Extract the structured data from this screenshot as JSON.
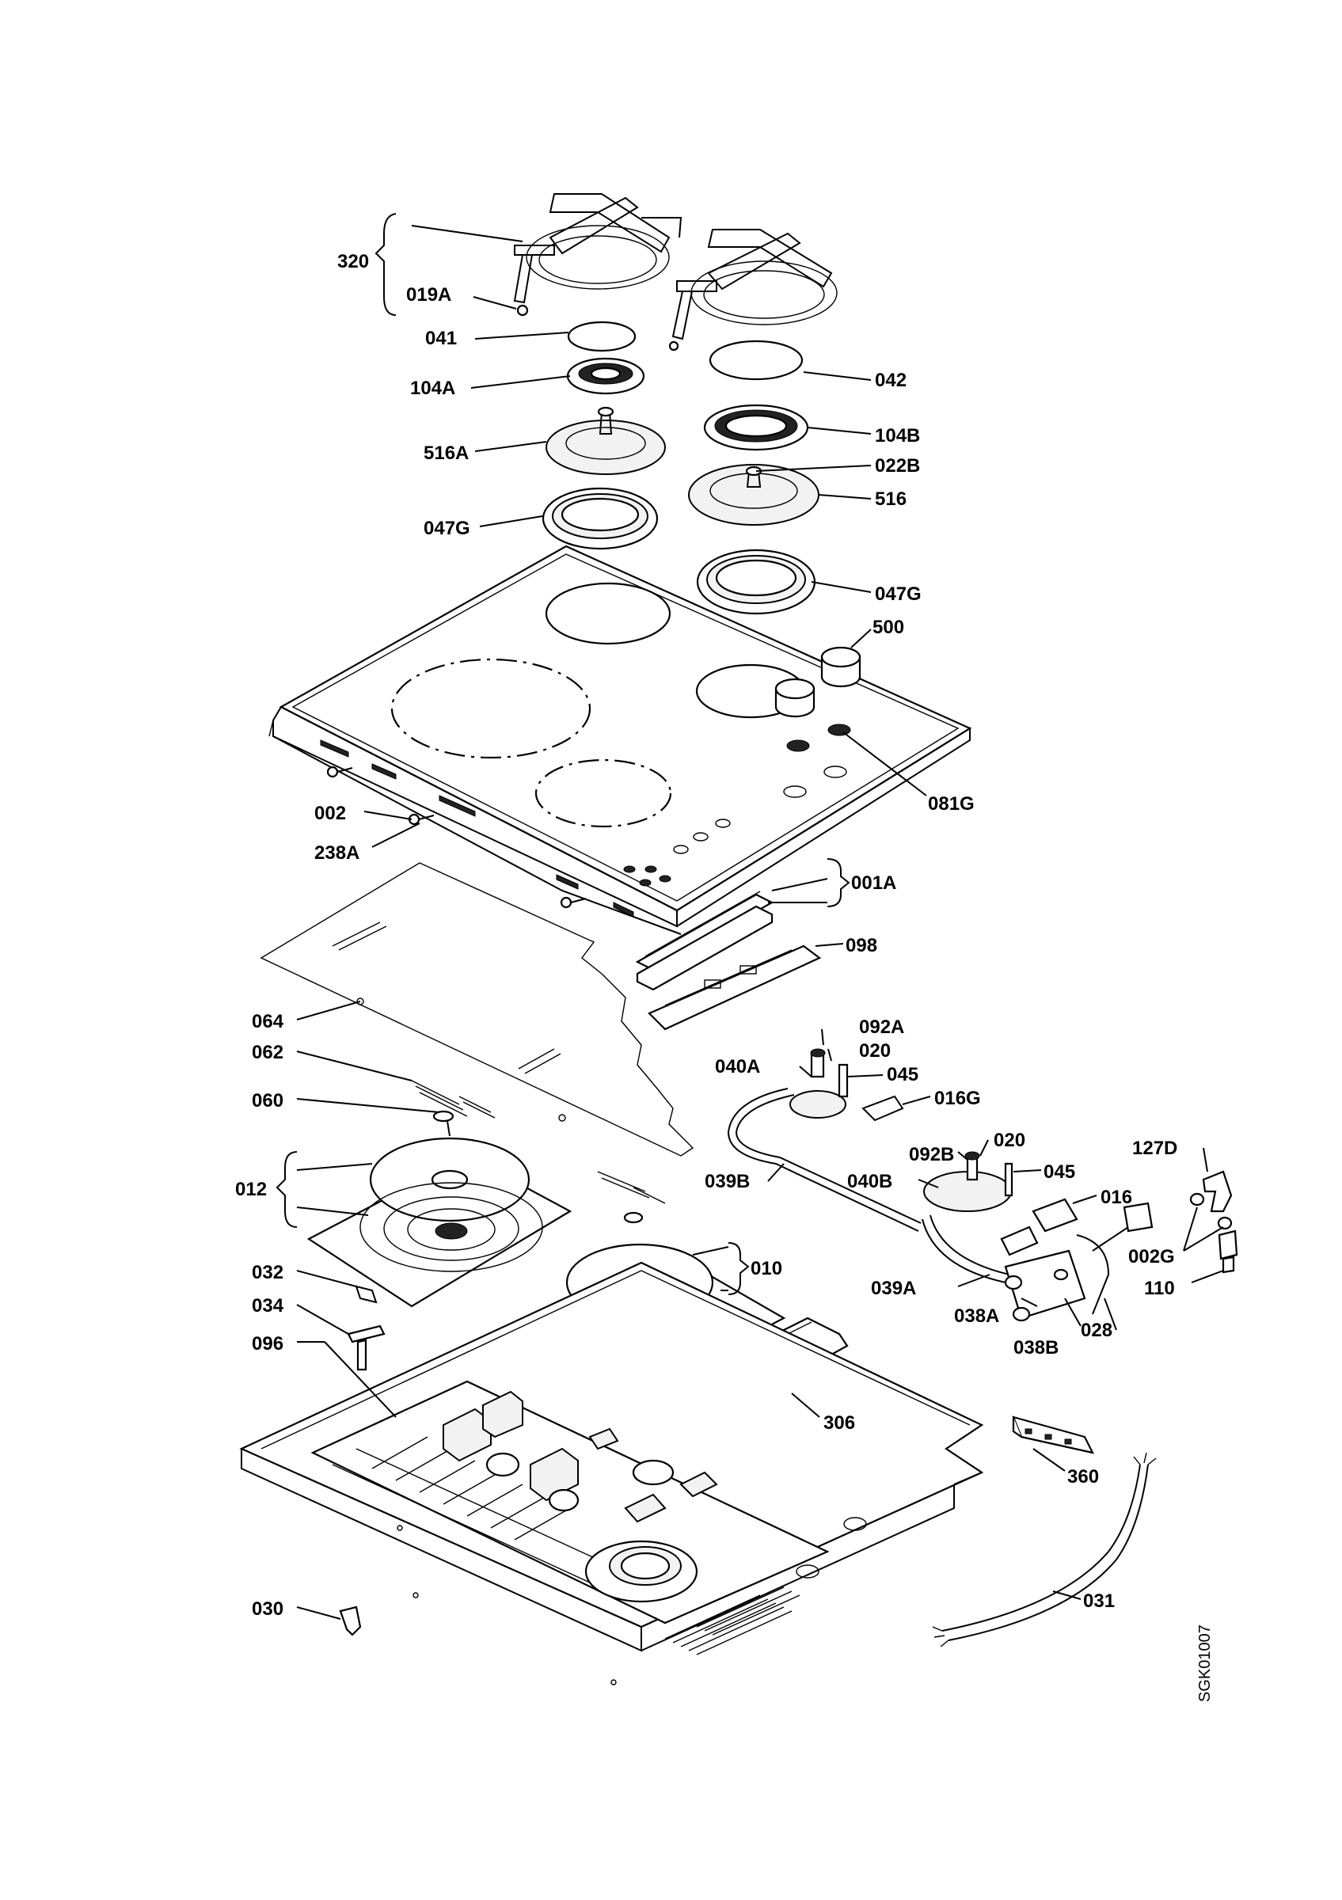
{
  "diagram": {
    "drawing_code": "SGK01007",
    "part_labels": [
      {
        "id": "320"
      },
      {
        "id": "019A"
      },
      {
        "id": "041"
      },
      {
        "id": "042"
      },
      {
        "id": "104A"
      },
      {
        "id": "104B"
      },
      {
        "id": "516A"
      },
      {
        "id": "022B"
      },
      {
        "id": "516"
      },
      {
        "id": "047G_left"
      },
      {
        "id": "047G_right"
      },
      {
        "id": "500"
      },
      {
        "id": "081G"
      },
      {
        "id": "002"
      },
      {
        "id": "238A"
      },
      {
        "id": "001A"
      },
      {
        "id": "098"
      },
      {
        "id": "064"
      },
      {
        "id": "062"
      },
      {
        "id": "060"
      },
      {
        "id": "012"
      },
      {
        "id": "010"
      },
      {
        "id": "032"
      },
      {
        "id": "034"
      },
      {
        "id": "096"
      },
      {
        "id": "306"
      },
      {
        "id": "360"
      },
      {
        "id": "031"
      },
      {
        "id": "030"
      },
      {
        "id": "092A"
      },
      {
        "id": "020_a"
      },
      {
        "id": "040A"
      },
      {
        "id": "045_a"
      },
      {
        "id": "016G"
      },
      {
        "id": "039B"
      },
      {
        "id": "092B"
      },
      {
        "id": "020_b"
      },
      {
        "id": "040B"
      },
      {
        "id": "045_b"
      },
      {
        "id": "016"
      },
      {
        "id": "127D"
      },
      {
        "id": "002G"
      },
      {
        "id": "110"
      },
      {
        "id": "039A"
      },
      {
        "id": "038A"
      },
      {
        "id": "038B"
      },
      {
        "id": "028"
      }
    ],
    "text": {
      "320": "320",
      "019A": "019A",
      "041": "041",
      "042": "042",
      "104A": "104A",
      "104B": "104B",
      "516A": "516A",
      "022B": "022B",
      "516": "516",
      "047G_left": "047G",
      "047G_right": "047G",
      "500": "500",
      "081G": "081G",
      "002": "002",
      "238A": "238A",
      "001A": "001A",
      "098": "098",
      "064": "064",
      "062": "062",
      "060": "060",
      "012": "012",
      "010": "010",
      "032": "032",
      "034": "034",
      "096": "096",
      "306": "306",
      "360": "360",
      "031": "031",
      "030": "030",
      "092A": "092A",
      "020_a": "020",
      "040A": "040A",
      "045_a": "045",
      "016G": "016G",
      "039B": "039B",
      "092B": "092B",
      "020_b": "020",
      "040B": "040B",
      "045_b": "045",
      "016": "016",
      "127D": "127D",
      "002G": "002G",
      "110": "110",
      "039A": "039A",
      "038A": "038A",
      "038B": "038B",
      "028": "028"
    }
  }
}
